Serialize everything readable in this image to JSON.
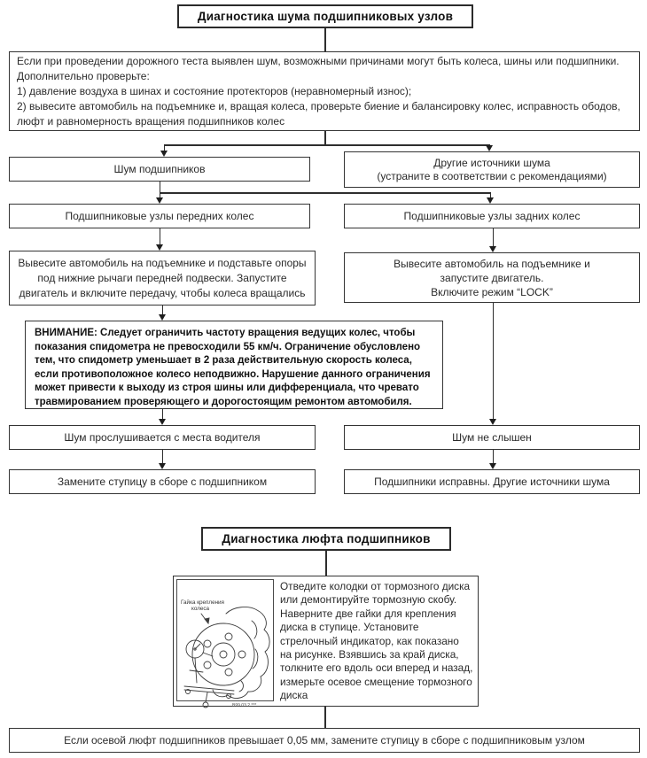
{
  "page": {
    "section1_title": "Диагностика шума подшипниковых узлов",
    "section2_title": "Диагностика люфта подшипников"
  },
  "flow1": {
    "intro": "Если при проведении дорожного теста выявлен шум, возможными причинами могут быть колеса, шины или подшипники.\nДополнительно проверьте:\n1) давление воздуха в шинах и состояние протекторов (неравномерный износ);\n2) вывесите автомобиль на подъемнике и, вращая колеса, проверьте биение и балансировку колес, исправность ободов, люфт и равномерность вращения подшипников колес",
    "bearing_noise": "Шум подшипников",
    "other_noise": "Другие источники шума\n(устраните в соответствии с рекомендациями)",
    "front_hubs": "Подшипниковые узлы передних колес",
    "rear_hubs": "Подшипниковые узлы задних колес",
    "front_procedure": "Вывесите автомобиль на подъемнике и подставьте опоры под нижние рычаги передней подвески. Запустите двигатель и включите передачу, чтобы колеса вращались",
    "rear_procedure": "Вывесите автомобиль на подъемнике и\nзапустите двигатель.\nВключите режим “LOCK”",
    "warning": "ВНИМАНИЕ: Следует ограничить частоту вращения ведущих колес, чтобы показания спидометра не превосходили 55 км/ч. Ограничение обусловлено тем, что спидометр уменьшает в 2 раза действительную скорость колеса, если противоположное колесо неподвижно. Нарушение данного ограничения может привести к выходу из строя шины или дифференциала, что чревато травмированием проверяющего и дорогостоящим ремонтом автомобиля.",
    "noise_heard": "Шум прослушивается с места водителя",
    "no_noise": "Шум не слышен",
    "replace_hub": "Замените ступицу в сборе с подшипником",
    "bearings_ok": "Подшипники исправны. Другие источники шума"
  },
  "flow2": {
    "procedure": "Отведите колодки от тормозного диска или демонтируйте тормозную скобу. Наверните две гайки для крепления диска в ступице. Установите стрелочный индикатор, как показано на рисунке. Взявшись за край диска, толкните его вдоль оси вперед и назад, измерьте осевое смещение тормозного диска",
    "figure_label_line1": "Гайка крепления",
    "figure_label_line2": "колеса",
    "figure_code": "B99 03.2 ***",
    "conclusion": "Если осевой люфт подшипников превышает 0,05 мм, замените ступицу в сборе с подшипниковым узлом"
  }
}
